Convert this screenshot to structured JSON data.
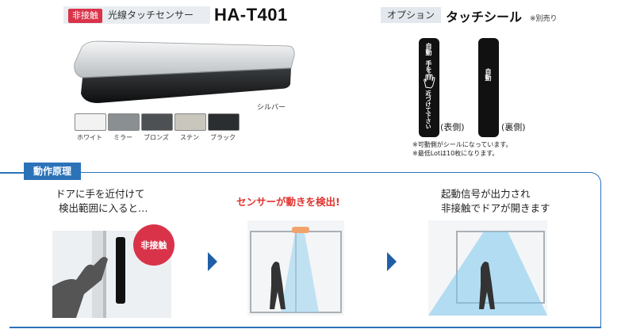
{
  "header": {
    "badge": "非接触",
    "subtitle": "光線タッチセンサー",
    "model": "HA-T401"
  },
  "option": {
    "badge": "オプション",
    "title": "タッチシール",
    "note": "※別売り"
  },
  "sensor": {
    "color_label": "シルバー",
    "colors": [
      {
        "name": "ホワイト",
        "hex": "#f2f2f2"
      },
      {
        "name": "ミラー",
        "hex": "#8a8f92"
      },
      {
        "name": "ブロンズ",
        "hex": "#4d5154"
      },
      {
        "name": "ステン",
        "hex": "#c9c6bd"
      },
      {
        "name": "ブラック",
        "hex": "#2a2e30"
      }
    ]
  },
  "seals": {
    "front": {
      "top": "自動",
      "mid": "手を",
      "bottom": "近づけて下さい",
      "side": "(表側)"
    },
    "back": {
      "text": "自動",
      "side": "(裏側)"
    },
    "notes": [
      "※可動側がシールになっています。",
      "※最低Lotは10枚になります。"
    ]
  },
  "principle": {
    "title": "動作原理",
    "step1": {
      "line1": "ドアに手を近付けて",
      "line2": "検出範囲に入ると…",
      "badge": "非接触"
    },
    "step2": {
      "line1": "センサーが動きを検出!"
    },
    "step3": {
      "line1": "起動信号が出力され",
      "line2": "非接触でドアが開きます"
    }
  },
  "colors": {
    "accent": "#2b72b8",
    "red": "#d9334a"
  }
}
